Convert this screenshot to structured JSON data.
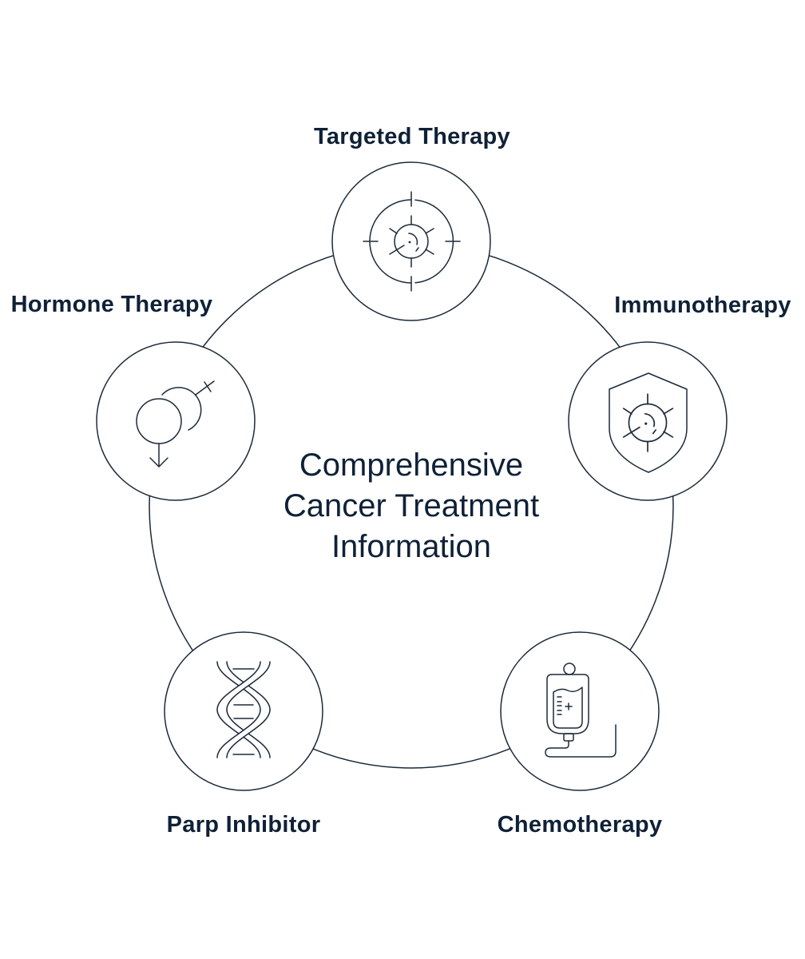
{
  "title": {
    "lines": [
      "Comprehensive",
      "Cancer Treatment",
      "Information"
    ]
  },
  "treatments": [
    {
      "label": "Targeted Therapy",
      "icon": "target-virus-icon"
    },
    {
      "label": "Immunotherapy",
      "icon": "shield-virus-icon"
    },
    {
      "label": "Chemotherapy",
      "icon": "iv-bag-icon"
    },
    {
      "label": "Parp Inhibitor",
      "icon": "dna-icon"
    },
    {
      "label": "Hormone Therapy",
      "icon": "gender-symbols-icon"
    }
  ],
  "colors": {
    "text": "#0f2137",
    "line": "#1c2a3a",
    "background": "#ffffff"
  }
}
